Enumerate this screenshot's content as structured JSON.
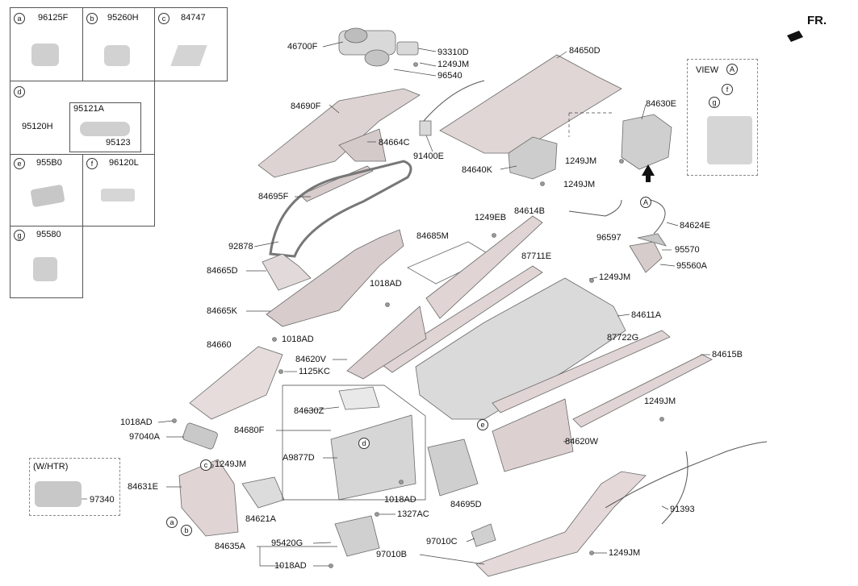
{
  "legend": {
    "cells": [
      {
        "letter": "a",
        "part": "96125F"
      },
      {
        "letter": "b",
        "part": "95260H"
      },
      {
        "letter": "c",
        "part": "84747"
      },
      {
        "letter": "d",
        "part": "95120H",
        "sub": [
          "95121A",
          "95123"
        ]
      },
      {
        "letter": "e",
        "part": "955B0"
      },
      {
        "letter": "f",
        "part": "96120L"
      },
      {
        "letter": "g",
        "part": "95580"
      }
    ]
  },
  "fr_label": "FR.",
  "view": {
    "title": "VIEW",
    "circle": "A",
    "sub": [
      "g",
      "f"
    ]
  },
  "htr": {
    "title": "(W/HTR)",
    "part": "97340"
  },
  "callouts": {
    "46700F": "46700F",
    "93310D": "93310D",
    "1249JM": "1249JM",
    "96540": "96540",
    "84650D": "84650D",
    "84690F": "84690F",
    "84664C": "84664C",
    "91400E": "91400E",
    "84630E": "84630E",
    "84640K": "84640K",
    "84695F": "84695F",
    "84624E": "84624E",
    "1249EB": "1249EB",
    "84614B": "84614B",
    "92878": "92878",
    "84685M": "84685M",
    "96597": "96597",
    "95570": "95570",
    "84665D": "84665D",
    "87711E": "87711E",
    "95560A": "95560A",
    "1018AD": "1018AD",
    "84665K": "84665K",
    "84611A": "84611A",
    "84660": "84660",
    "84620V": "84620V",
    "87722G": "87722G",
    "84615B": "84615B",
    "1125KC": "1125KC",
    "84630Z": "84630Z",
    "84680F": "84680F",
    "97040A": "97040A",
    "A9877D": "A9877D",
    "84631E": "84631E",
    "84620W": "84620W",
    "84621A": "84621A",
    "1327AC": "1327AC",
    "84695D": "84695D",
    "91393": "91393",
    "84635A": "84635A",
    "95420G": "95420G",
    "97010C": "97010C",
    "97010B": "97010B"
  },
  "circles": {
    "A": "A",
    "c": "c",
    "a": "a",
    "b": "b",
    "d": "d",
    "e": "e"
  }
}
